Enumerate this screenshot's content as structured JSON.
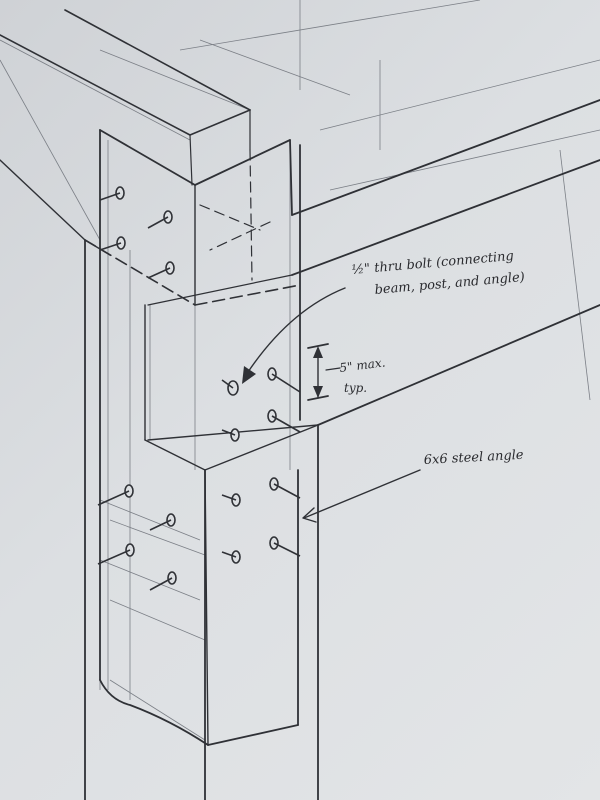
{
  "labels": {
    "bolt_callout_line1": "½\" thru bolt (connecting",
    "bolt_callout_line2": "beam, post, and angle)",
    "spacing_line1": "5\" max.",
    "spacing_line2": "typ.",
    "angle_callout": "6x6 steel angle"
  },
  "colors": {
    "paper": "#dcdfe2",
    "pencil": "#2f3136"
  }
}
